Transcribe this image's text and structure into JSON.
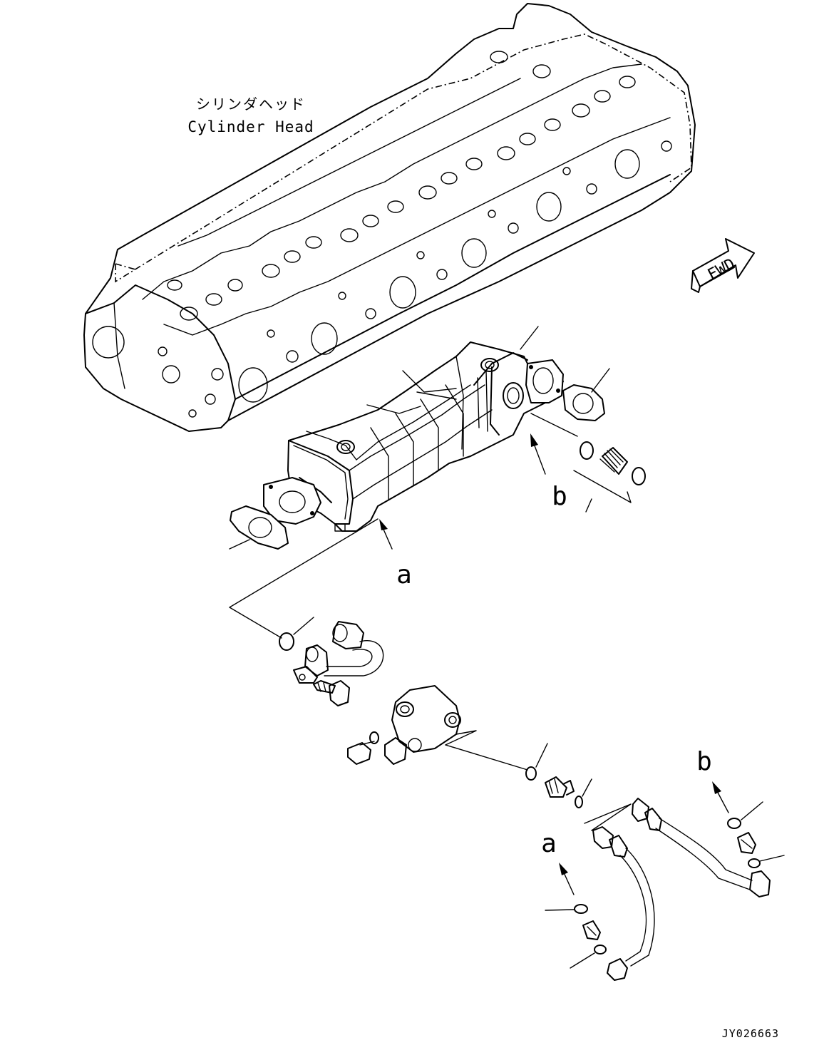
{
  "cylinder_head": {
    "label_ja": "シリンダヘッド",
    "label_en": "Cylinder Head"
  },
  "fwd_arrow": {
    "label": "FWD"
  },
  "callouts": {
    "a_upper": "a",
    "b_upper": "b",
    "a_lower": "a",
    "b_lower": "b"
  },
  "drawing_number": "JY026663"
}
